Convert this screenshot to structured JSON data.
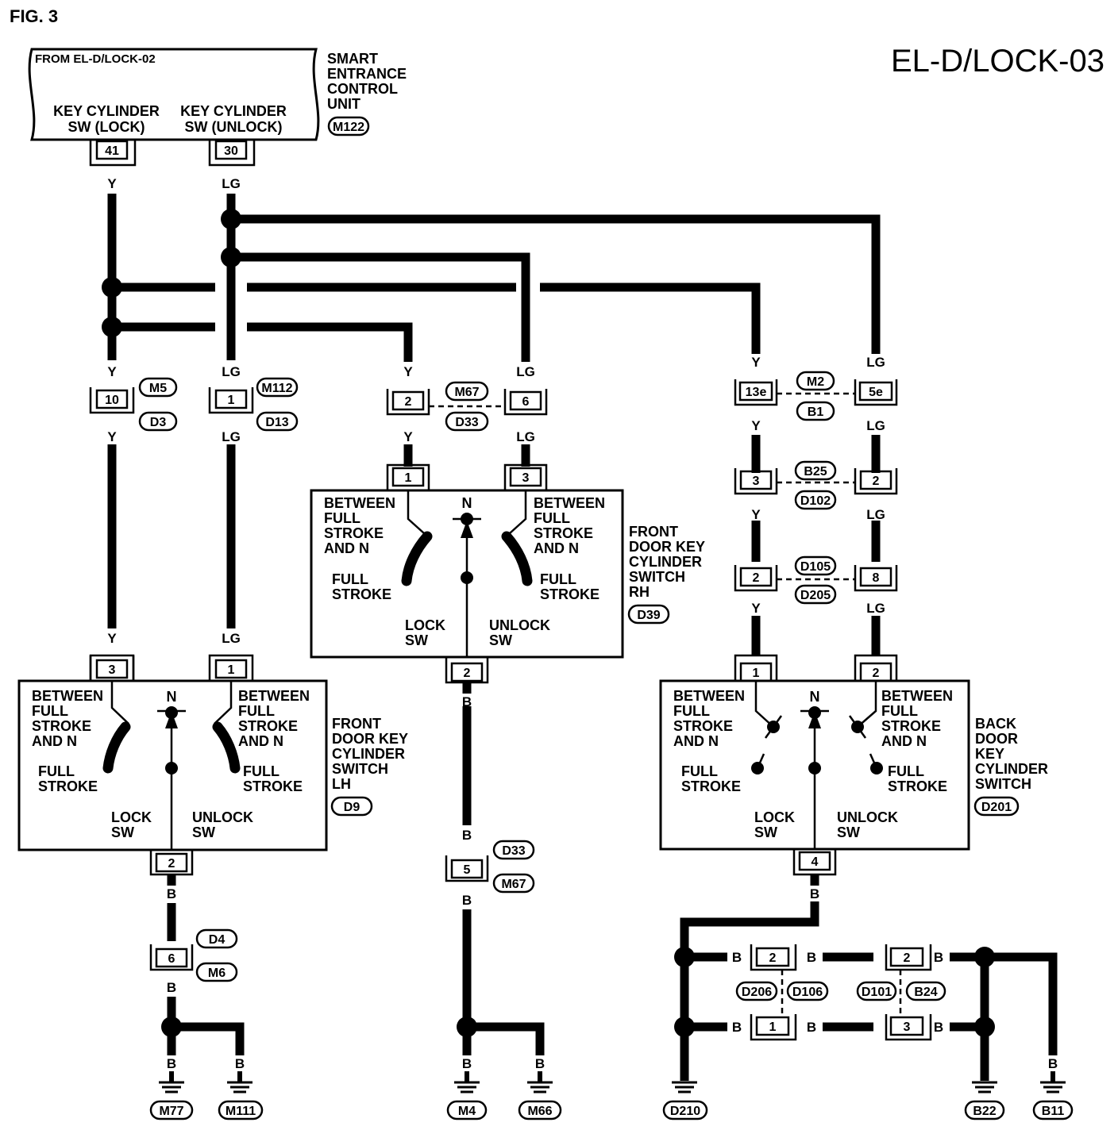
{
  "figure_label": "FIG. 3",
  "diagram_id": "EL-D/LOCK-03",
  "source_unit": {
    "from": "FROM EL-D/LOCK-02",
    "lock_label_1": "KEY CYLINDER",
    "lock_label_2": "SW (LOCK)",
    "unlock_label_1": "KEY CYLINDER",
    "unlock_label_2": "SW (UNLOCK)",
    "name_lines": [
      "SMART",
      "ENTRANCE",
      "CONTROL",
      "UNIT"
    ],
    "connector": "M122",
    "pin_lock": "41",
    "pin_unlock": "30"
  },
  "wire_colors": {
    "yellow": "Y",
    "light_green": "LG",
    "black": "B"
  },
  "connectors": {
    "lh_y": {
      "pin": "10",
      "top": "M5",
      "bottom": "D3"
    },
    "lh_lg": {
      "pin": "1",
      "top": "M112",
      "bottom": "D13"
    },
    "rh_y": {
      "pin": "2"
    },
    "rh_lg": {
      "pin": "6"
    },
    "rh_pair": {
      "top": "M67",
      "bottom": "D33"
    },
    "bd_1": {
      "pin_y": "13e",
      "pin_lg": "5e",
      "top": "M2",
      "bottom": "B1"
    },
    "bd_2": {
      "pin_y": "3",
      "pin_lg": "2",
      "top": "B25",
      "bottom": "D102"
    },
    "bd_3": {
      "pin_y": "2",
      "pin_lg": "8",
      "top": "D105",
      "bottom": "D205"
    },
    "lh_ground": {
      "pin": "6",
      "top": "D4",
      "bottom": "M6"
    },
    "rh_ground": {
      "pin": "5",
      "top": "D33",
      "bottom": "M67"
    },
    "bd_ground_a": {
      "pin": "2",
      "left": "D206",
      "right": "D106"
    },
    "bd_ground_b": {
      "pin": "2",
      "left": "D101",
      "right": "B24"
    },
    "bd_ground_c": {
      "pin": "1"
    },
    "bd_ground_d": {
      "pin": "3"
    }
  },
  "switch_text": {
    "between_1": "BETWEEN",
    "between_2": "FULL",
    "between_3": "STROKE",
    "between_4": "AND N",
    "full_1": "FULL",
    "full_2": "STROKE",
    "neutral": "N",
    "lock_1": "LOCK",
    "lock_2": "SW",
    "unlock_1": "UNLOCK",
    "unlock_2": "SW"
  },
  "switch_lh": {
    "name_lines": [
      "FRONT",
      "DOOR KEY",
      "CYLINDER",
      "SWITCH",
      "LH"
    ],
    "connector": "D9",
    "pin_lock": "3",
    "pin_unlock": "1",
    "pin_ground": "2"
  },
  "switch_rh": {
    "name_lines": [
      "FRONT",
      "DOOR KEY",
      "CYLINDER",
      "SWITCH",
      "RH"
    ],
    "connector": "D39",
    "pin_lock": "1",
    "pin_unlock": "3",
    "pin_ground": "2"
  },
  "switch_back": {
    "name_lines": [
      "BACK",
      "DOOR",
      "KEY",
      "CYLINDER",
      "SWITCH"
    ],
    "connector": "D201",
    "pin_lock": "1",
    "pin_unlock": "2",
    "pin_ground": "4"
  },
  "grounds": [
    "M77",
    "M111",
    "M4",
    "M66",
    "D210",
    "B22",
    "B11"
  ]
}
